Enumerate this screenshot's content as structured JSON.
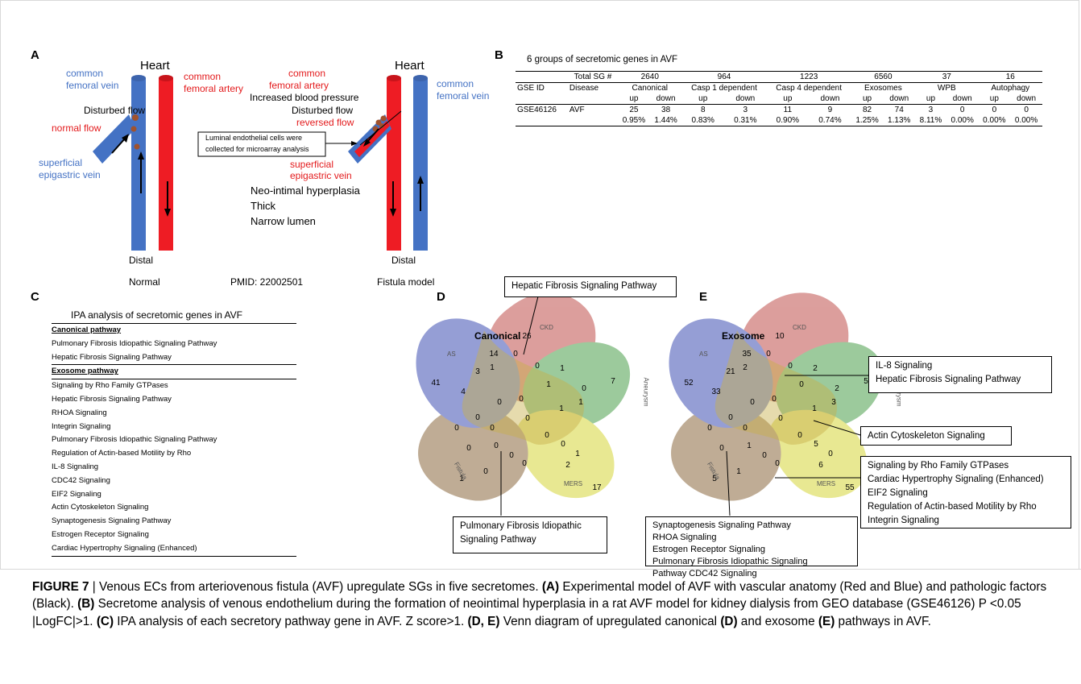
{
  "panels": {
    "a": "A",
    "b": "B",
    "c": "C",
    "d": "D",
    "e": "E"
  },
  "panelA": {
    "heart_normal": "Heart",
    "heart_fistula": "Heart",
    "common_femoral_vein_1": "common",
    "common_femoral_vein_2": "femoral vein",
    "common_femoral_artery_1": "common",
    "common_femoral_artery_2": "femoral artery",
    "disturbed_flow": "Disturbed flow",
    "normal_flow": "normal flow",
    "superficial_1": "superficial",
    "superficial_2": "epigastric vein",
    "distal_normal": "Distal",
    "normal": "Normal",
    "pmid": "PMID: 22002501",
    "fistula_artery_1": "common",
    "fistula_artery_2": "femoral artery",
    "increased_bp": "Increased blood pressure",
    "fistula_disturbed": "Disturbed flow",
    "reversed_flow": "reversed flow",
    "luminal_1": "Luminal endothelial cells were",
    "luminal_2": "collected for microarray analysis",
    "fistula_vein_1": "common",
    "fistula_vein_2": "femoral vein",
    "fistula_superficial_1": "superficial",
    "fistula_superficial_2": "epigastric vein",
    "neo": "Neo-intimal hyperplasia",
    "thick": "Thick",
    "narrow": "Narrow lumen",
    "distal_fistula": "Distal",
    "fistula_model": "Fistula model"
  },
  "panelB": {
    "title": "6 groups of secretomic genes in AVF",
    "total_label": "Total SG #",
    "totals": [
      "2640",
      "964",
      "1223",
      "6560",
      "37",
      "16"
    ],
    "group_headers": [
      "Canonical",
      "Casp 1 dependent",
      "Casp 4 dependent",
      "Exosomes",
      "WPB",
      "Autophagy"
    ],
    "gse_id_label": "GSE ID",
    "disease_label": "Disease",
    "updown": [
      "up",
      "down",
      "up",
      "down",
      "up",
      "down",
      "up",
      "down",
      "up",
      "down",
      "up",
      "down"
    ],
    "row_id": "GSE46126",
    "row_disease": "AVF",
    "counts": [
      "25",
      "38",
      "8",
      "3",
      "11",
      "9",
      "82",
      "74",
      "3",
      "0",
      "0",
      "0"
    ],
    "percents": [
      "0.95%",
      "1.44%",
      "0.83%",
      "0.31%",
      "0.90%",
      "0.74%",
      "1.25%",
      "1.13%",
      "8.11%",
      "0.00%",
      "0.00%",
      "0.00%"
    ]
  },
  "panelC": {
    "title": "IPA analysis of secretomic genes in AVF",
    "canonical_header": "Canonical pathway",
    "canonical": [
      "Pulmonary Fibrosis Idiopathic Signaling Pathway",
      "Hepatic Fibrosis Signaling Pathway"
    ],
    "exosome_header": "Exosome pathway",
    "exosome": [
      "Signaling by Rho Family GTPases",
      "Hepatic Fibrosis Signaling Pathway",
      "RHOA Signaling",
      "Integrin Signaling",
      "Pulmonary Fibrosis Idiopathic Signaling Pathway",
      "Regulation of Actin-based Motility by Rho",
      "IL-8 Signaling",
      "CDC42 Signaling",
      "EIF2 Signaling",
      "Actin Cytoskeleton Signaling",
      "Synaptogenesis Signaling Pathway",
      "Estrogen Receptor Signaling",
      "Cardiac Hypertrophy Signaling (Enhanced)"
    ]
  },
  "panelD": {
    "title": "Canonical",
    "set_labels": {
      "as": "AS",
      "ckd": "CKD",
      "aneurysm": "Aneurysm",
      "mers": "MERS",
      "fistula": "Fistula"
    },
    "numbers": [
      "41",
      "26",
      "7",
      "17",
      "1",
      "14",
      "3",
      "4",
      "1",
      "0",
      "0",
      "1",
      "1",
      "0",
      "1",
      "0",
      "0",
      "0",
      "0",
      "0",
      "0",
      "0",
      "0",
      "0",
      "0",
      "0",
      "1",
      "2",
      "0",
      "0",
      "1"
    ],
    "box_top": "Hepatic Fibrosis Signaling Pathway",
    "box_bottom_1": "Pulmonary Fibrosis Idiopathic",
    "box_bottom_2": "Signaling Pathway"
  },
  "panelE": {
    "title": "Exosome",
    "set_labels": {
      "as": "AS",
      "ckd": "CKD",
      "aneurysm": "Aneurysm",
      "mers": "MERS",
      "fistula": "Fistula"
    },
    "numbers": [
      "52",
      "10",
      "5",
      "55",
      "5",
      "35",
      "21",
      "33",
      "2",
      "0",
      "0",
      "2",
      "0",
      "2",
      "3",
      "0",
      "0",
      "0",
      "0",
      "0",
      "1",
      "1",
      "0",
      "0",
      "0",
      "0",
      "1",
      "6",
      "5",
      "0",
      "0"
    ],
    "box_il8_1": "IL-8 Signaling",
    "box_il8_2": "Hepatic Fibrosis Signaling Pathway",
    "box_actin": "Actin Cytoskeleton Signaling",
    "box_rho": [
      "Signaling by Rho Family GTPases",
      "Cardiac Hypertrophy Signaling (Enhanced)",
      "EIF2 Signaling",
      "Regulation of Actin-based Motility by Rho",
      "Integrin Signaling"
    ],
    "box_syn": [
      "Synaptogenesis Signaling Pathway",
      "RHOA Signaling",
      "Estrogen Receptor Signaling",
      "Pulmonary Fibrosis Idiopathic Signaling",
      "Pathway CDC42 Signaling"
    ]
  },
  "caption": {
    "label": "FIGURE 7",
    "sep": " | ",
    "p1": "Venous ECs from arteriovenous fistula (AVF) upregulate SGs in five secretomes. ",
    "a": "(A)",
    "p2": " Experimental model of AVF with vascular anatomy (Red and Blue) and pathologic factors (Black). ",
    "b": "(B)",
    "p3": " Secretome analysis of venous endothelium during the formation of neointimal hyperplasia in a rat AVF model for kidney dialysis from GEO database (GSE46126) P <0.05 |LogFC|>1. ",
    "c": "(C)",
    "p4": " IPA analysis of each secretory pathway gene in AVF. Z score>1. ",
    "de": "(D, E)",
    "p5": " Venn diagram of upregulated canonical ",
    "d": "(D)",
    "p6": " and exosome ",
    "e": "(E)",
    "p7": " pathways in AVF."
  },
  "colors": {
    "vein": "#4472c4",
    "artery": "#ee1c24",
    "label_blue": "#4472c4",
    "label_red": "#e31a1c"
  }
}
